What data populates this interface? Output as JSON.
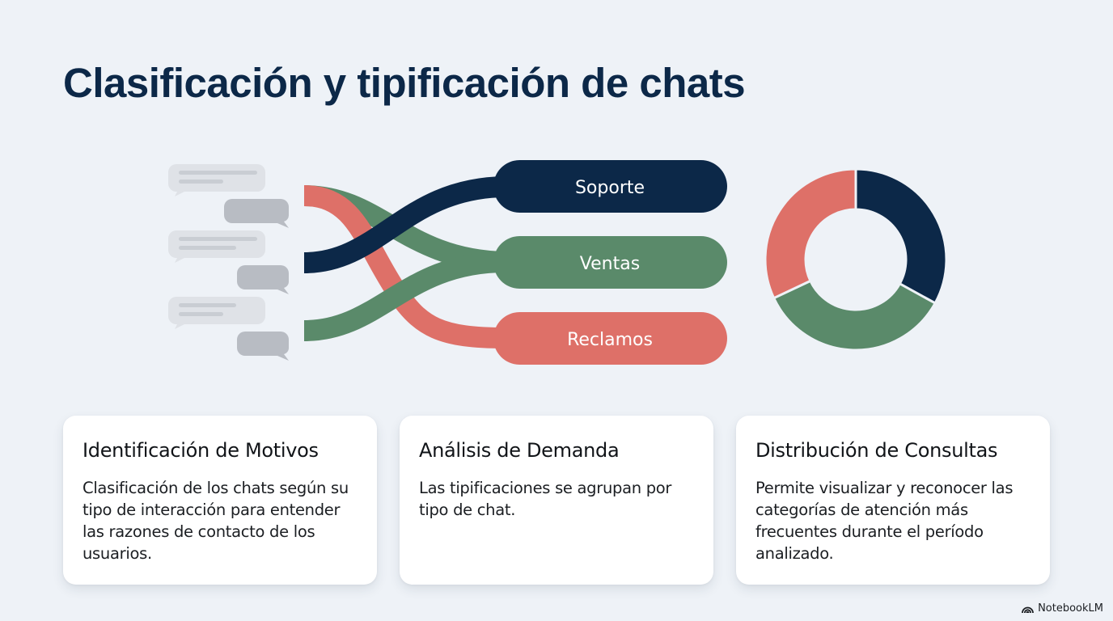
{
  "title": "Clasificación y tipificación de chats",
  "colors": {
    "background": "#eef2f7",
    "title": "#0c2848",
    "soporte": "#0c2848",
    "ventas": "#5a8a6a",
    "reclamos": "#de7068",
    "bubble_light": "#dfe2e7",
    "bubble_dark": "#b8bcc3"
  },
  "flow": {
    "categories": [
      {
        "label": "Soporte",
        "color": "#0c2848"
      },
      {
        "label": "Ventas",
        "color": "#5a8a6a"
      },
      {
        "label": "Reclamos",
        "color": "#de7068"
      }
    ]
  },
  "chart_data": {
    "type": "pie",
    "title": "",
    "categories": [
      "Soporte",
      "Ventas",
      "Reclamos"
    ],
    "values": [
      33,
      35,
      32
    ],
    "colors": [
      "#0c2848",
      "#5a8a6a",
      "#de7068"
    ],
    "donut": true,
    "legend": "none"
  },
  "cards": [
    {
      "title": "Identificación de Motivos",
      "lines": [
        "Clasificación de los chats según su",
        "tipo de interacción para entender",
        "las razones de contacto de los",
        "usuarios."
      ]
    },
    {
      "title": "Análisis de Demanda",
      "lines": [
        "Las tipificaciones se agrupan por",
        "tipo de chat."
      ]
    },
    {
      "title": "Distribución de Consultas",
      "lines": [
        "Permite visualizar y reconocer las",
        "categorías de atención más",
        "frecuentes durante el período",
        "analizado."
      ]
    }
  ],
  "brand": {
    "label": "NotebookLM",
    "icon": "notebooklm-logo-icon"
  }
}
